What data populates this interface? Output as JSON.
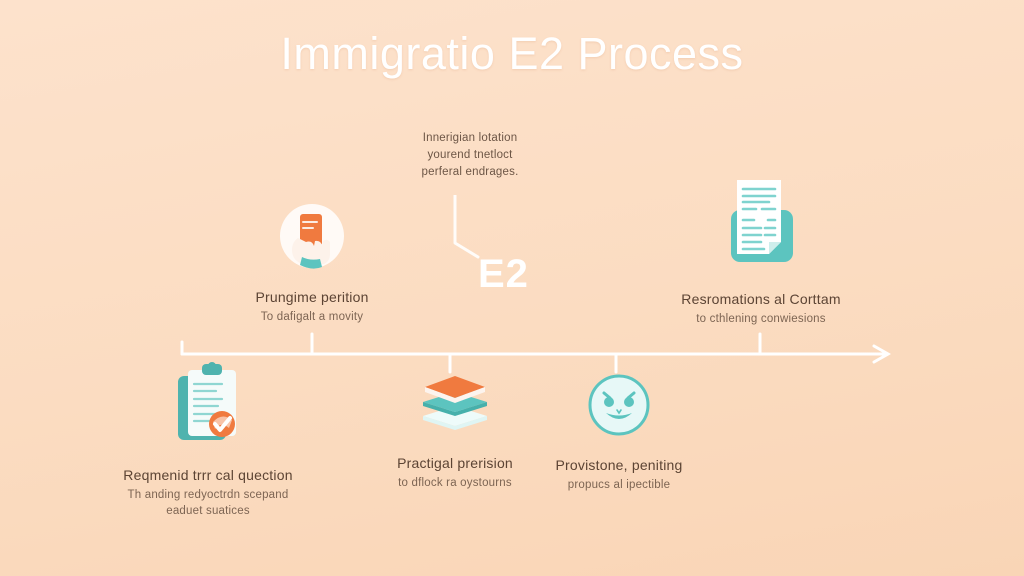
{
  "header": {
    "title": "Immigratio E2 Process"
  },
  "center_note": {
    "lines": [
      "Innerigian lotation",
      "yourend tnetloct",
      "perferal endrages."
    ]
  },
  "badge": {
    "label": "E2"
  },
  "nodes": [
    {
      "id": "petition",
      "icon": "hand-holding-card-icon",
      "label": "Prungime perition",
      "sub": [
        "To dafigalt a movity"
      ]
    },
    {
      "id": "documents",
      "icon": "document-folder-icon",
      "label": "Resromations al Corttam",
      "sub": [
        "to cthlening conwiesions"
      ]
    },
    {
      "id": "requirements",
      "icon": "clipboard-check-icon",
      "label": "Reqmenid trrr cal quection",
      "sub": [
        "Th anding redyoctrdn scepand",
        "eaduet suatices"
      ]
    },
    {
      "id": "practical",
      "icon": "stacked-books-icon",
      "label": "Practigal prerision",
      "sub": [
        "to dflock ra oystourns"
      ]
    },
    {
      "id": "provisions",
      "icon": "face-circle-icon",
      "label": "Provistone, peniting",
      "sub": [
        "propucs al ipectible"
      ]
    }
  ],
  "colors": {
    "background_top": "#fde2cc",
    "background_bottom": "#f9d5b6",
    "title": "#ffffff",
    "teal": "#5cc4bf",
    "teal_dark": "#49a9a5",
    "teal_light": "#a9e0dd",
    "orange": "#f07a3f",
    "orange_light": "#f59b6a",
    "text_dark": "#5c4434",
    "text_muted": "#7d6553",
    "timeline": "#ffffff"
  }
}
